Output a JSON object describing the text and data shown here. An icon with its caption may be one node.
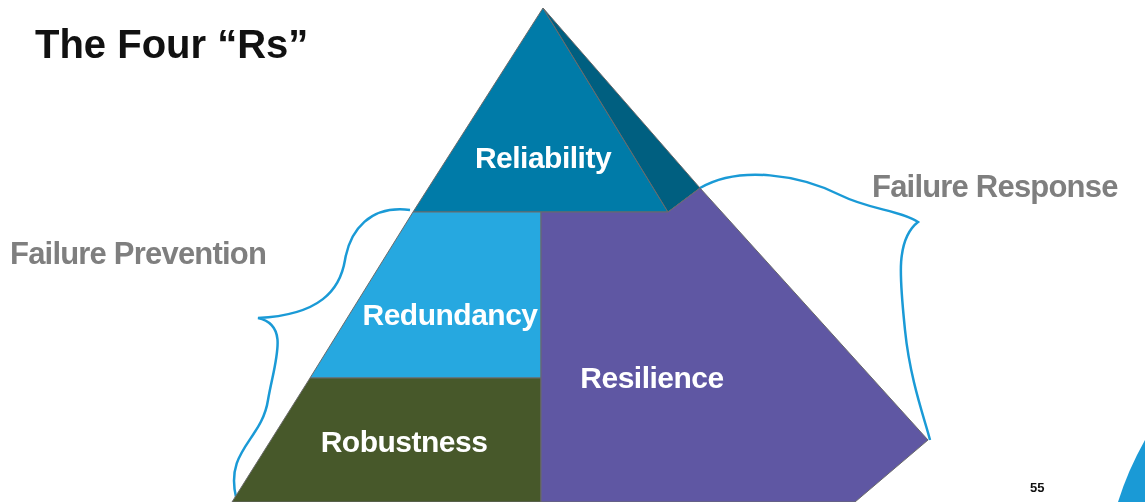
{
  "diagram": {
    "title": "The Four “Rs”",
    "nodes": [
      {
        "text": [
          "Reliability"
        ]
      },
      {
        "text": [
          "Redundancy"
        ]
      },
      {
        "text": [
          "Robustness"
        ]
      },
      {
        "text": [
          "Resilience"
        ]
      }
    ],
    "labels": [
      "Failure Prevention",
      "Failure Response",
      "55"
    ]
  }
}
